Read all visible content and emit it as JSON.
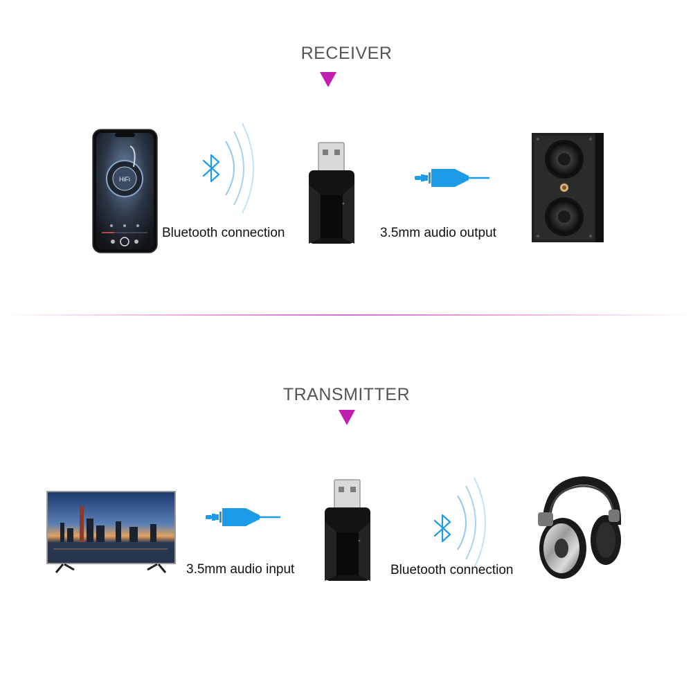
{
  "receiver": {
    "heading": "RECEIVER",
    "label_bluetooth": "Bluetooth connection",
    "label_audio": "3.5mm audio output"
  },
  "transmitter": {
    "heading": "TRANSMITTER",
    "label_audio": "3.5mm audio input",
    "label_bluetooth": "Bluetooth connection"
  },
  "phone_screen": {
    "badge": "HiFi"
  },
  "colors": {
    "heading_text": "#555555",
    "triangle": "#c21fb0",
    "accent_blue": "#1e9be6",
    "device_black": "#1a1a1a"
  },
  "icons": [
    "bluetooth-icon",
    "signal-waves-icon",
    "audio-jack-icon",
    "usb-dongle-icon",
    "smartphone-icon",
    "speaker-icon",
    "tv-icon",
    "headphones-icon"
  ]
}
